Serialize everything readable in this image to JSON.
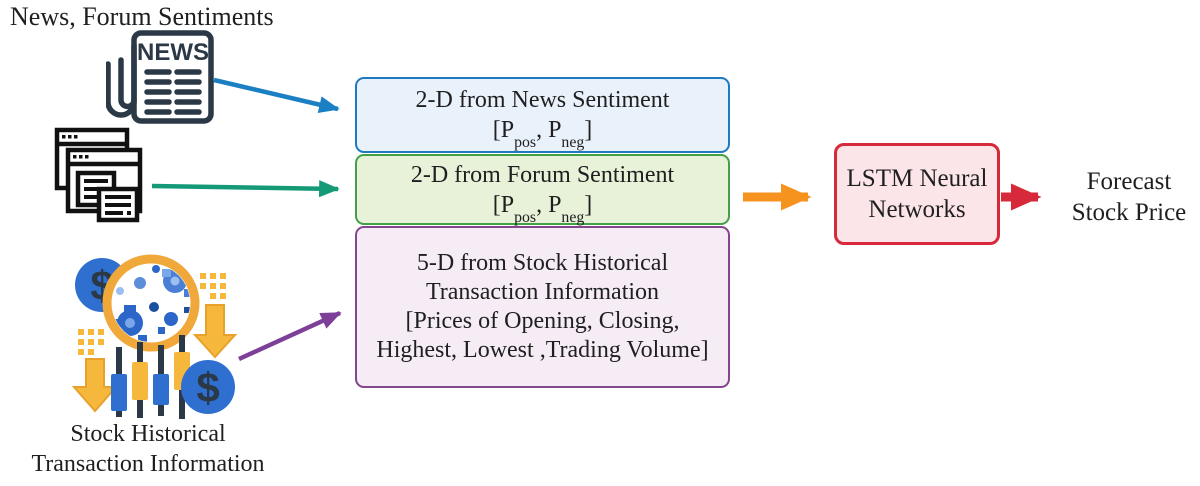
{
  "labels": {
    "top_source": "News, Forum Sentiments",
    "bottom_source_line1": "Stock Historical",
    "bottom_source_line2": "Transaction Information",
    "output_line1": "Forecast",
    "output_line2": "Stock Price"
  },
  "news_icon": {
    "headline": "NEWS"
  },
  "feature_boxes": [
    {
      "id": "news-sentiment",
      "line1": "2-D from News Sentiment",
      "vector": {
        "p1": "[P",
        "s1": "pos",
        "p2": ", P",
        "s2": "neg",
        "p3": "]"
      }
    },
    {
      "id": "forum-sentiment",
      "line1": "2-D from Forum Sentiment",
      "vector": {
        "p1": "[P",
        "s1": "pos",
        "p2": ", P",
        "s2": "neg",
        "p3": "]"
      }
    },
    {
      "id": "stock-historical",
      "lines": [
        "5-D from Stock Historical",
        "Transaction Information",
        "[Prices of Opening, Closing,",
        "Highest, Lowest ,Trading Volume]"
      ]
    }
  ],
  "model_box": {
    "line1": "LSTM Neural",
    "line2": "Networks"
  },
  "colors": {
    "news_arrow": "#1b7fc4",
    "forum_arrow": "#149a77",
    "stock_arrow": "#7d3f98",
    "model_input_arrow": "#f6921e",
    "model_output_arrow": "#d6293a",
    "news_box_border": "#1e7ac0",
    "news_box_fill": "#e9f1fb",
    "forum_box_border": "#43a047",
    "forum_box_fill": "#e7f2d9",
    "stock_box_border": "#84468c",
    "stock_box_fill": "#f5ecf6",
    "model_box_border": "#d6293a",
    "model_box_fill": "#fce5e9",
    "icon_ink": "#2b3947",
    "icon_gold": "#f0a83a",
    "icon_yellow": "#f5b73c",
    "icon_blue": "#2f6fd0"
  }
}
